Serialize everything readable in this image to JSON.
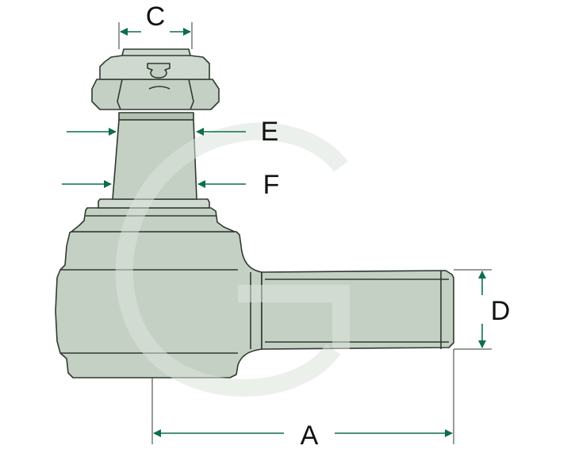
{
  "diagram": {
    "labels": {
      "A": "A",
      "C": "C",
      "D": "D",
      "E": "E",
      "F": "F"
    }
  },
  "colors": {
    "part_fill": "#c5d0c4",
    "part_fill_dark": "#a8b6a7",
    "part_fill_light": "#d6ded5",
    "outline": "#2f3a30",
    "arrow": "#0f6e4a",
    "watermark": "#dde4dc"
  }
}
